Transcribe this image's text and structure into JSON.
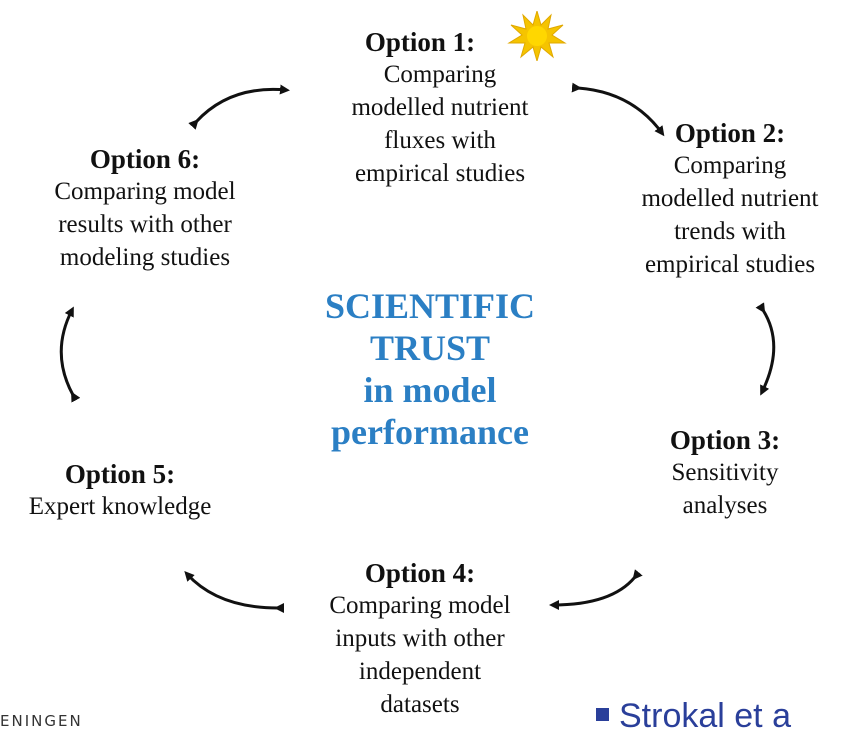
{
  "center": {
    "line1": "SCIENTIFIC",
    "line2": "TRUST",
    "line3": "in model",
    "line4": "performance"
  },
  "options": {
    "o1": {
      "title": "Option 1:",
      "desc": "Comparing\nmodelled nutrient\nfluxes with\nempirical studies"
    },
    "o2": {
      "title": "Option 2:",
      "desc": "Comparing\nmodelled nutrient\ntrends with\nempirical studies"
    },
    "o3": {
      "title": "Option 3:",
      "desc": "Sensitivity\nanalyses"
    },
    "o4": {
      "title": "Option 4:",
      "desc": "Comparing model\ninputs with other\nindependent\ndatasets"
    },
    "o5": {
      "title": "Option 5:",
      "desc": "Expert knowledge"
    },
    "o6": {
      "title": "Option 6:",
      "desc": "Comparing model\nresults with other\nmodeling studies"
    }
  },
  "footer": {
    "left": "ENINGEN",
    "right": "Strokal et a"
  },
  "icons": {
    "option1_marker": "sun-icon"
  },
  "colors": {
    "center_text": "#2b7fc4",
    "footer_text": "#2a3f9a",
    "sun": "#f5c400"
  }
}
